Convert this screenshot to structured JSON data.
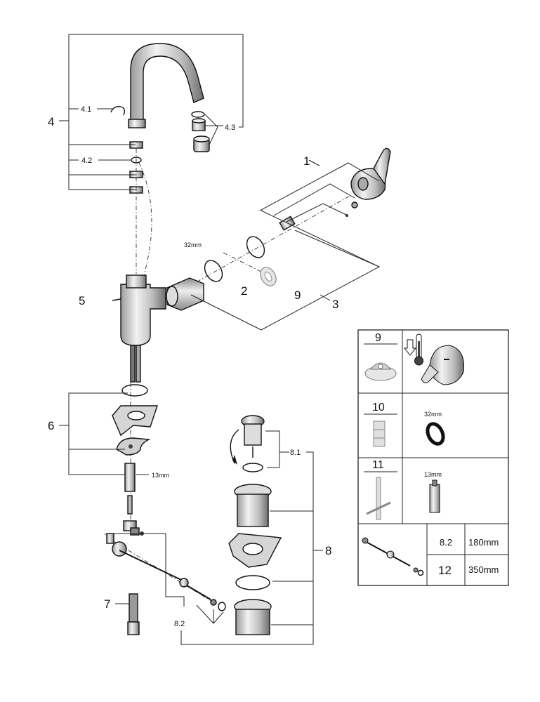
{
  "callouts": {
    "c1": "1",
    "c2": "2",
    "c3": "3",
    "c4": "4",
    "c4_1": "4.1",
    "c4_2": "4.2",
    "c4_3": "4.3",
    "c5": "5",
    "c6": "6",
    "c7": "7",
    "c8": "8",
    "c8_1": "8.1",
    "c8_2": "8.2",
    "c9": "9"
  },
  "dimensions": {
    "ring_32mm": "32mm",
    "rod_13mm": "13mm"
  },
  "legend": {
    "tool_9": "9",
    "tool_10": "10",
    "tool_10_size": "32mm",
    "tool_11": "11",
    "tool_11_size": "13mm",
    "rod_table": [
      {
        "code": "8.2",
        "length": "180mm"
      },
      {
        "code": "12",
        "length": "350mm"
      }
    ]
  },
  "icons": {
    "temp_icon": "thermometer-icon",
    "arrow_icon": "arrow-down-icon"
  }
}
